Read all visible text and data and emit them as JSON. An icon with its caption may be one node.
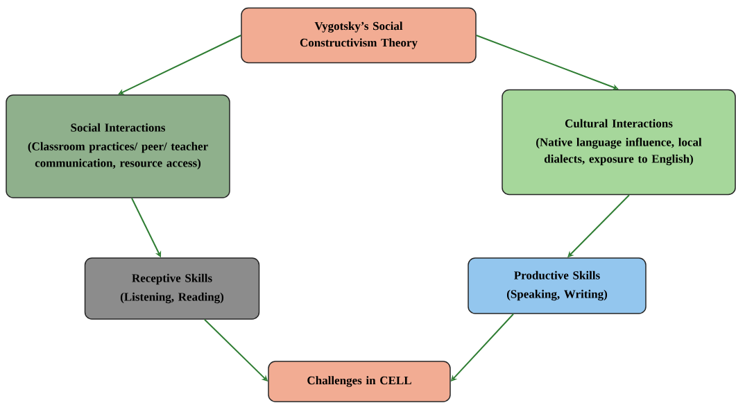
{
  "diagram": {
    "nodes": [
      {
        "text": [
          "Vygotsky’s Social Constructivism Theory"
        ]
      },
      {
        "text": [
          "Social Interactions",
          "(Classroom practices/ peer/ teacher communication, resource access)"
        ]
      },
      {
        "text": [
          "Cultural Interactions",
          "(Native language influence, local dialects, exposure to English)"
        ]
      },
      {
        "text": [
          "Receptive Skills",
          "(Listening, Reading)"
        ]
      },
      {
        "text": [
          "Productive Skills",
          "(Speaking, Writing)"
        ]
      },
      {
        "text": [
          "Challenges in CELL"
        ]
      }
    ],
    "edges": [
      {
        "from": 0,
        "to": 1,
        "arrow": "to"
      },
      {
        "from": 0,
        "to": 2,
        "arrow": "to"
      },
      {
        "from": 1,
        "to": 3,
        "arrow": "to"
      },
      {
        "from": 2,
        "to": 4,
        "arrow": "to"
      },
      {
        "from": 3,
        "to": 5,
        "arrow": "to"
      },
      {
        "from": 4,
        "to": 5,
        "arrow": "to"
      }
    ]
  }
}
